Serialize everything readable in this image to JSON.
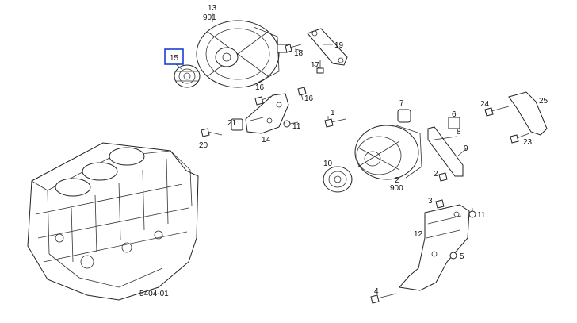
{
  "diagram": {
    "figure_code": "5404-01",
    "highlight_color": "#1a3fd6",
    "callouts": {
      "c13": "13",
      "c901": "901",
      "c19": "19",
      "c18": "18",
      "c17": "17",
      "c15": "15",
      "c16a": "16",
      "c16b": "16",
      "c21": "21",
      "c11a": "11",
      "c14": "14",
      "c20": "20",
      "c1": "1",
      "c7": "7",
      "c6": "6",
      "c8": "8",
      "c9": "9",
      "c10": "10",
      "c900": "900",
      "c2": "2",
      "c24": "24",
      "c25": "25",
      "c23": "23",
      "c3": "3",
      "c11b": "11",
      "c12": "12",
      "c5": "5",
      "c4": "4"
    },
    "highlighted_callout": "15"
  }
}
